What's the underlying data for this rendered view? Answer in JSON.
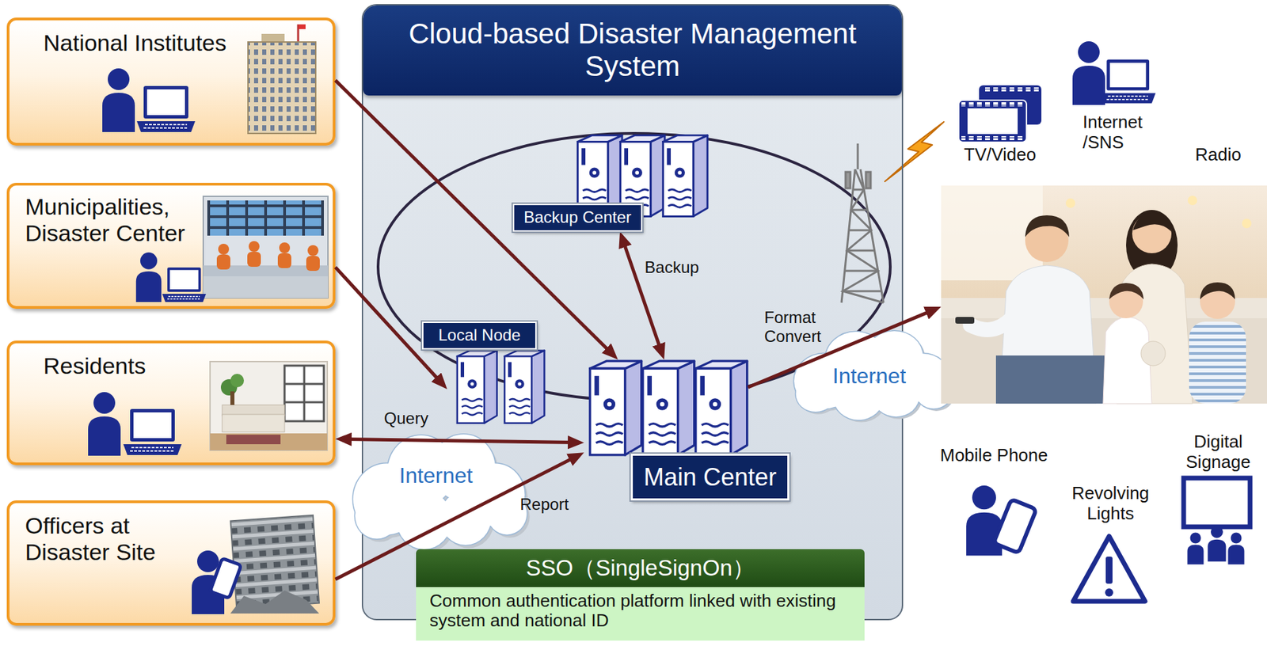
{
  "diagram": {
    "nodes": [
      {
        "text": [
          "National Institutes"
        ]
      },
      {
        "text": [
          "Municipalities, Disaster Center"
        ]
      },
      {
        "text": [
          "Residents"
        ]
      },
      {
        "text": [
          "Officers at Disaster Site"
        ]
      },
      {
        "text": [
          "Cloud-based Disaster Management System"
        ]
      },
      {
        "text": [
          "Backup Center"
        ],
        "in": 4
      },
      {
        "text": [
          "Local Node"
        ],
        "in": 4
      },
      {
        "text": [
          "Main Center"
        ],
        "in": 4
      },
      {
        "text": [
          "SSO（SingleSignOn）",
          "Common authentication platform linked with existing system and national ID"
        ],
        "in": 4
      },
      {
        "text": [
          "Internet"
        ]
      },
      {
        "text": [
          "Internet"
        ]
      }
    ],
    "edges": [
      {
        "from": 0,
        "to": 7,
        "arrow": "to"
      },
      {
        "from": 1,
        "to": 6,
        "arrow": "to"
      },
      {
        "from": 5,
        "to": 7,
        "label": "Backup",
        "arrow": "both"
      },
      {
        "from": 2,
        "to": 7,
        "label": "Query",
        "arrow": "both"
      },
      {
        "from": 3,
        "to": 7,
        "label": "Report",
        "arrow": "to"
      }
    ],
    "labels": [
      "TV/Video",
      "Internet /SNS",
      "Radio",
      "Format Convert",
      "Mobile Phone",
      "Revolving Lights",
      "Digital Signage"
    ]
  }
}
